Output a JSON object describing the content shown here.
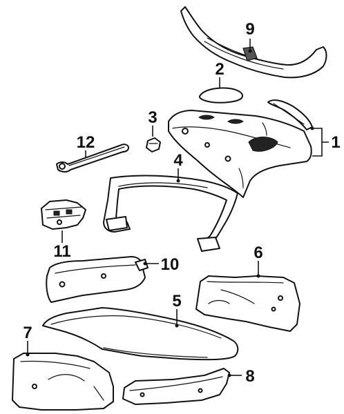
{
  "callouts": [
    {
      "id": "1",
      "text": "1"
    },
    {
      "id": "2",
      "text": "2"
    },
    {
      "id": "3",
      "text": "3"
    },
    {
      "id": "4",
      "text": "4"
    },
    {
      "id": "5",
      "text": "5"
    },
    {
      "id": "6",
      "text": "6"
    },
    {
      "id": "7",
      "text": "7"
    },
    {
      "id": "8",
      "text": "8"
    },
    {
      "id": "9",
      "text": "9"
    },
    {
      "id": "10",
      "text": "10"
    },
    {
      "id": "11",
      "text": "11"
    },
    {
      "id": "12",
      "text": "12"
    }
  ],
  "colors": {
    "line": "#111111",
    "background": "#ffffff",
    "shading": "#555555"
  }
}
